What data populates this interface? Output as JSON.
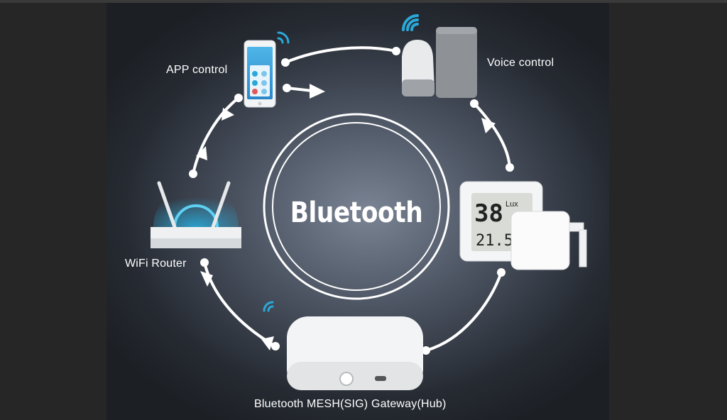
{
  "center": {
    "title": "Bluetooth"
  },
  "nodes": {
    "app": {
      "label": "APP control",
      "icon": "smartphone-icon"
    },
    "voice": {
      "label": "Voice control",
      "icon": "smart-speaker-icon"
    },
    "sensor": {
      "label": "",
      "icon": "lux-sensor-icon",
      "display_top": "38",
      "display_unit": "Lux",
      "display_bottom": "21.5"
    },
    "gateway": {
      "label": "Bluetooth MESH(SIG) Gateway(Hub)",
      "icon": "gateway-hub-icon"
    },
    "router": {
      "label": "WiFi Router",
      "icon": "wifi-router-icon"
    }
  },
  "colors": {
    "accent": "#2aa9d8",
    "panel": "#4a5260",
    "line": "#ffffff"
  }
}
